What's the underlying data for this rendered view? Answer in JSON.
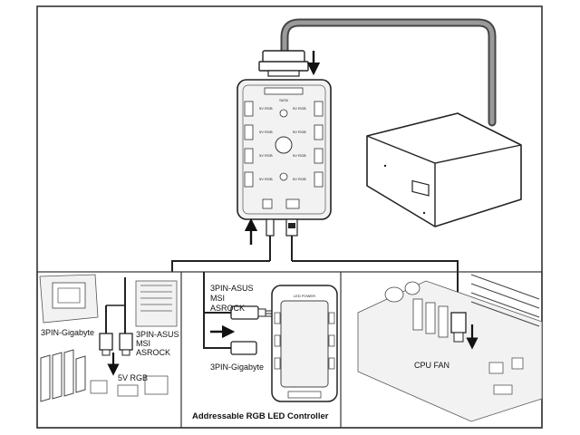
{
  "hub": {
    "top_port_label": "SATA",
    "port_labels": [
      "5V RGB",
      "5V RGB",
      "5V RGB",
      "5V RGB",
      "5V RGB",
      "5V RGB",
      "5V RGB",
      "5V RGB"
    ]
  },
  "panels": {
    "left": {
      "label_gigabyte": "3PIN-Gigabyte",
      "label_asus": [
        "3PIN-ASUS",
        "MSI",
        "ASROCK"
      ],
      "label_5v": "5V RGB"
    },
    "center": {
      "label_asus": [
        "3PIN-ASUS",
        "MSI",
        "ASROCK"
      ],
      "label_gigabyte": "3PIN-Gigabyte",
      "controller_top_label": "LED POWER",
      "caption": "Addressable RGB LED Controller"
    },
    "right": {
      "label_cpu_fan": "CPU FAN"
    }
  },
  "colors": {
    "line": "#2a2a2a",
    "cable": "#7a7a7a",
    "border": "#333333",
    "fill_light": "#f2f2f2"
  }
}
